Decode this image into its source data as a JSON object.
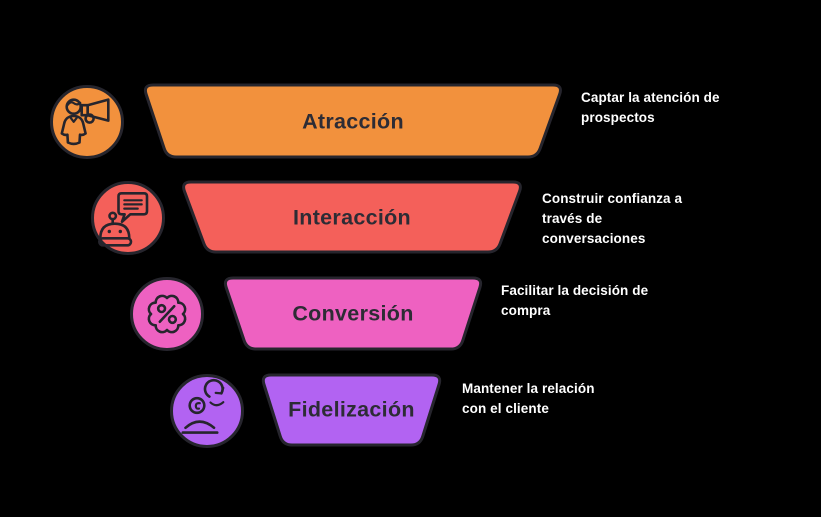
{
  "diagram_type": "marketing-funnel",
  "colors": {
    "background": "#000000",
    "outline": "#26252D",
    "stage_label_text": "#2D2C35",
    "description_text": "#FFFFFF"
  },
  "stages": [
    {
      "label": "Atracción",
      "description": "Captar la atención de\nprospectos",
      "color": "#F2913D",
      "icon": "megaphone-person-icon"
    },
    {
      "label": "Interacción",
      "description": "Construir confianza a\ntravés de\nconversaciones",
      "color": "#F4605A",
      "icon": "chatbot-chat-bubble-icon"
    },
    {
      "label": "Conversión",
      "description": "Facilitar la decisión de\ncompra",
      "color": "#EE61C1",
      "icon": "discount-percent-badge-icon"
    },
    {
      "label": "Fidelización",
      "description": "Mantener la relación\ncon el cliente",
      "color": "#B263F2",
      "icon": "customer-loyalty-refresh-icon"
    }
  ]
}
